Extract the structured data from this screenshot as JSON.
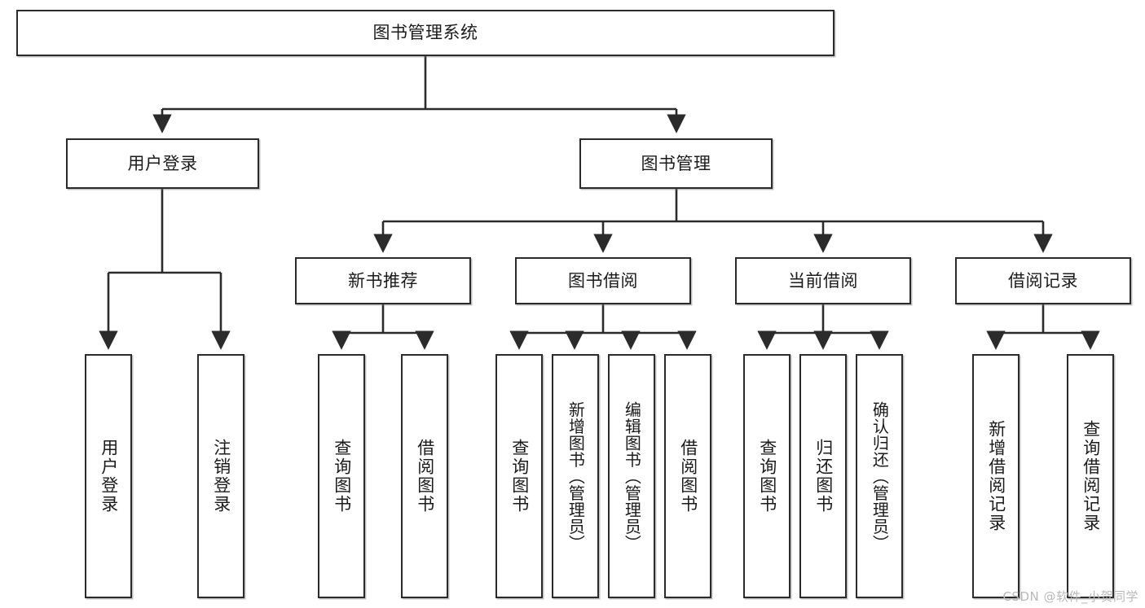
{
  "diagram": {
    "type": "tree",
    "title": "图书管理系统",
    "watermark": "CSDN @软件_小贺同学",
    "colors": {
      "stroke": "#2b2b2b",
      "fill": "#ffffff",
      "text": "#1b1b1b",
      "watermark": "#b9b9b9"
    },
    "nodes": {
      "root": {
        "label": "图书管理系统"
      },
      "level2": [
        {
          "id": "user-login",
          "label": "用户登录"
        },
        {
          "id": "book-manage",
          "label": "图书管理"
        }
      ],
      "level3": [
        {
          "id": "new-book-recommend",
          "label": "新书推荐"
        },
        {
          "id": "book-borrow",
          "label": "图书借阅"
        },
        {
          "id": "current-borrow",
          "label": "当前借阅"
        },
        {
          "id": "borrow-record",
          "label": "借阅记录"
        }
      ],
      "leaves": {
        "user-login": [
          {
            "id": "leaf-user-login",
            "label": "用户登录"
          },
          {
            "id": "leaf-logout-login",
            "label": "注销登录"
          }
        ],
        "new-book-recommend": [
          {
            "id": "leaf-query-book-1",
            "label": "查询图书"
          },
          {
            "id": "leaf-borrow-book-1",
            "label": "借阅图书"
          }
        ],
        "book-borrow": [
          {
            "id": "leaf-query-book-2",
            "label": "查询图书"
          },
          {
            "id": "leaf-add-book",
            "label": "新增图书（管理员）"
          },
          {
            "id": "leaf-edit-book",
            "label": "编辑图书（管理员）"
          },
          {
            "id": "leaf-borrow-book-2",
            "label": "借阅图书"
          }
        ],
        "current-borrow": [
          {
            "id": "leaf-query-book-3",
            "label": "查询图书"
          },
          {
            "id": "leaf-return-book",
            "label": "归还图书"
          },
          {
            "id": "leaf-confirm-return",
            "label": "确认归还（管理员）"
          }
        ],
        "borrow-record": [
          {
            "id": "leaf-add-record",
            "label": "新增借阅记录"
          },
          {
            "id": "leaf-query-record",
            "label": "查询借阅记录"
          }
        ]
      }
    }
  }
}
